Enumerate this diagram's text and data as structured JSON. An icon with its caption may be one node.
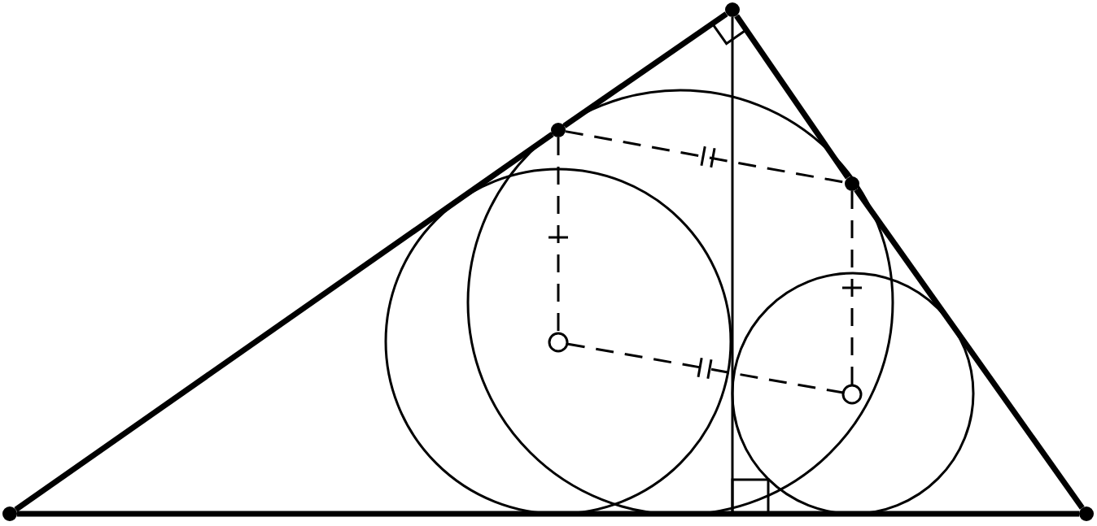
{
  "diagram": {
    "nodes": [
      {
        "text": [],
        "shape": "dot"
      },
      {
        "text": [],
        "shape": "dot"
      },
      {
        "text": [],
        "shape": "dot"
      },
      {
        "text": [],
        "shape": "dot"
      },
      {
        "text": [],
        "shape": "dot"
      },
      {
        "text": [],
        "shape": "circle"
      },
      {
        "text": [],
        "shape": "circle"
      },
      {
        "text": [],
        "shape": "box"
      }
    ],
    "edges": [
      {
        "from": 0,
        "to": 1,
        "arrow": "none",
        "style": "thick"
      },
      {
        "from": 1,
        "to": 2,
        "arrow": "none",
        "style": "thick"
      },
      {
        "from": 2,
        "to": 3,
        "arrow": "none",
        "style": "thick"
      },
      {
        "from": 3,
        "to": 4,
        "arrow": "none",
        "style": "thick"
      },
      {
        "from": 0,
        "to": 4,
        "arrow": "none",
        "style": "thick"
      },
      {
        "from": 1,
        "to": 3,
        "arrow": "none",
        "style": "dashed"
      },
      {
        "from": 1,
        "to": 5,
        "arrow": "none",
        "style": "dashed"
      },
      {
        "from": 3,
        "to": 6,
        "arrow": "none",
        "style": "dashed"
      },
      {
        "from": 5,
        "to": 6,
        "arrow": "none",
        "style": "dashed"
      },
      {
        "from": 2,
        "to": 7,
        "arrow": "none"
      }
    ]
  }
}
